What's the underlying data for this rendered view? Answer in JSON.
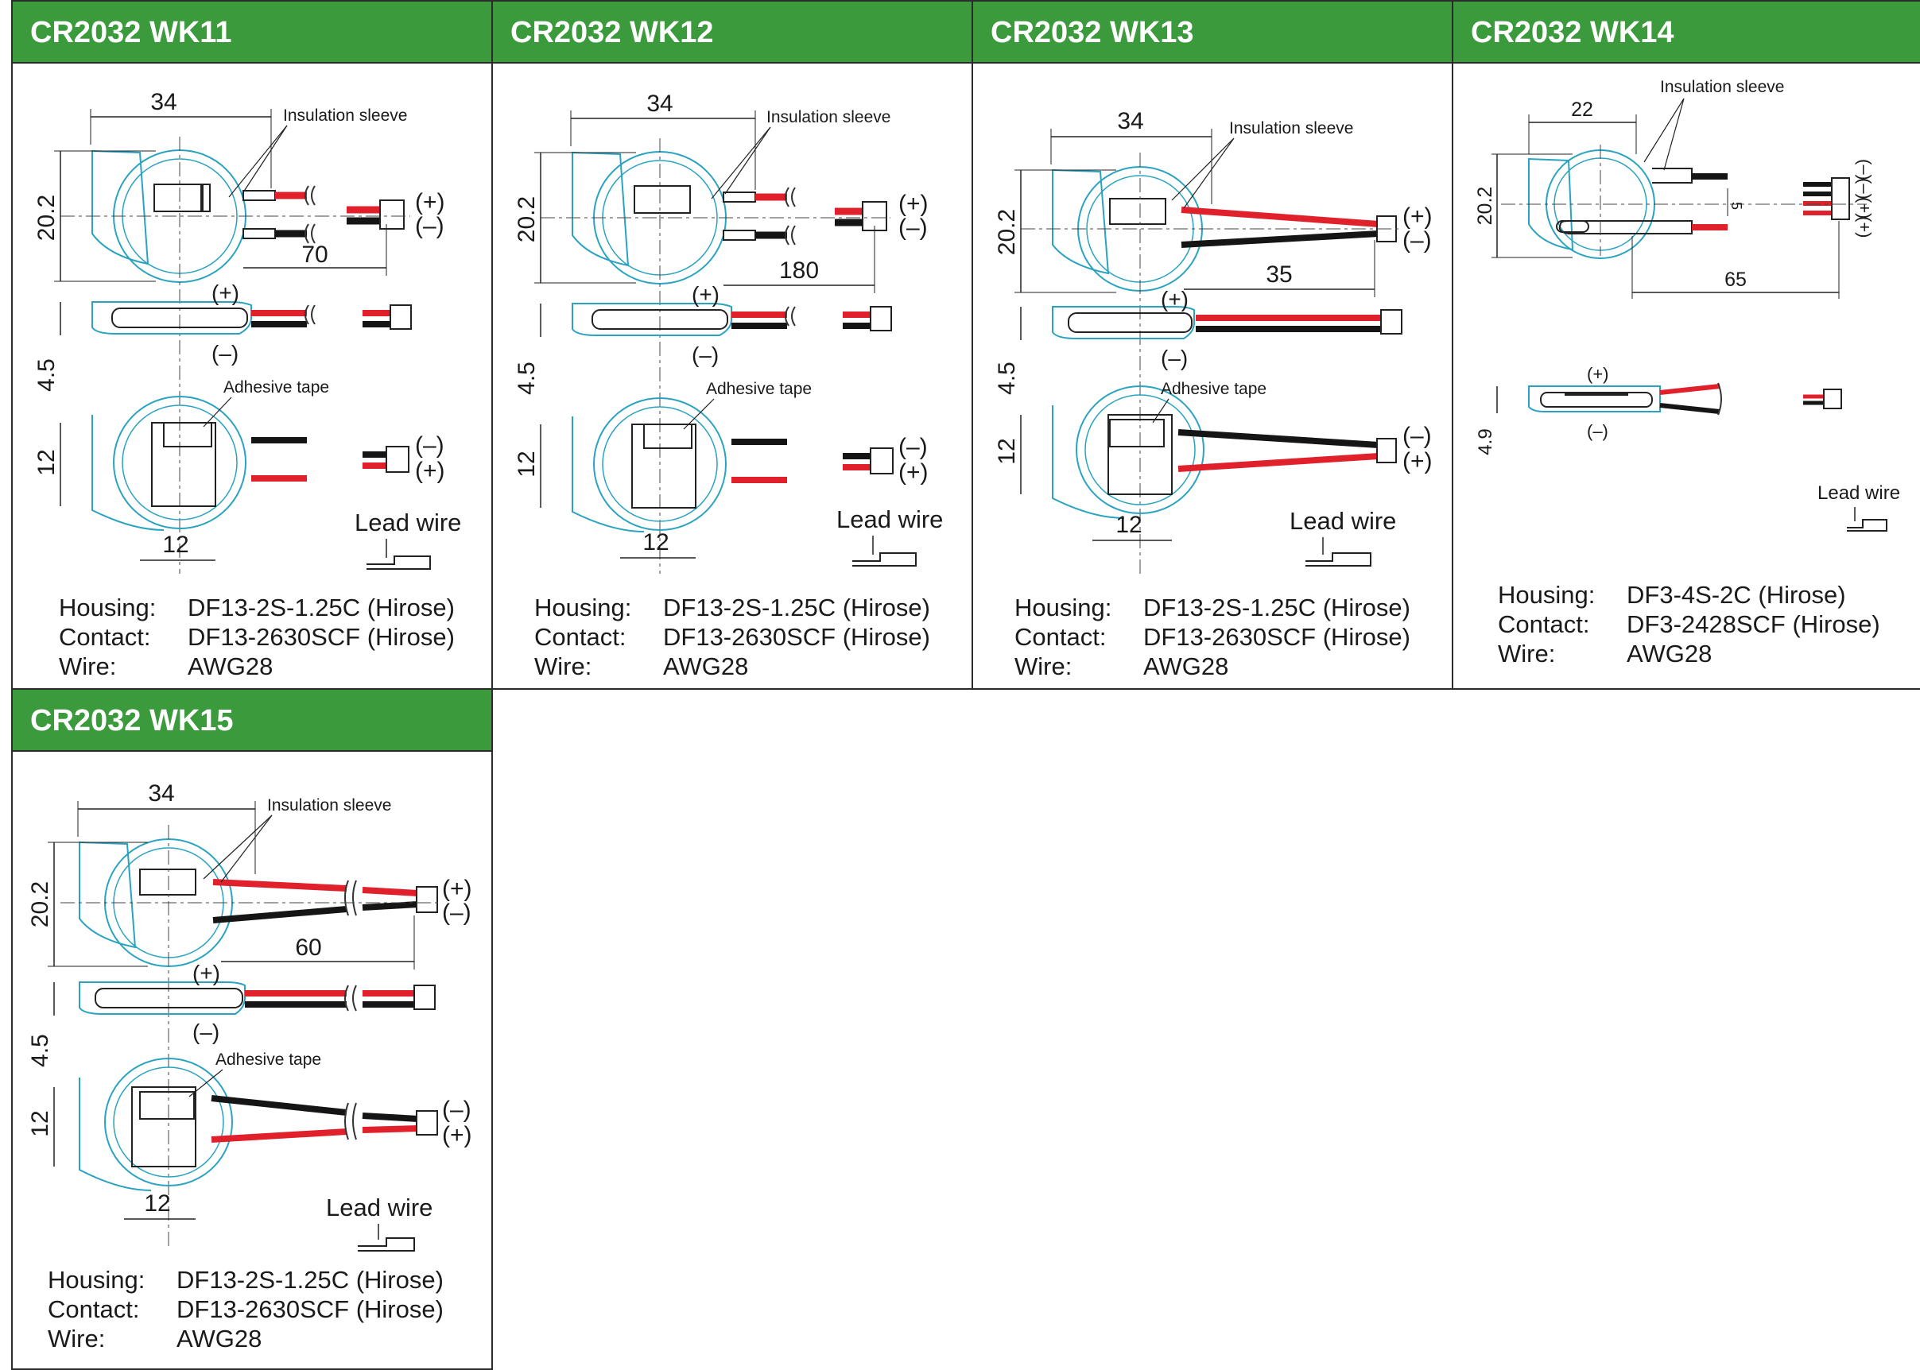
{
  "colors": {
    "header_green": "#3a9a3c",
    "wire_red": "#e0202a",
    "wire_black": "#151515",
    "body_outline": "#2aa3c0"
  },
  "labels": {
    "insulation_sleeve": "Insulation sleeve",
    "adhesive_tape": "Adhesive tape",
    "lead_wire": "Lead wire",
    "plus": "(+)",
    "minus": "(–)"
  },
  "panels": [
    {
      "title": "CR2032 WK11",
      "dims": {
        "width": "34",
        "height": "20.2",
        "lead": "70",
        "thickness": "4.5",
        "tape_h": "12",
        "tape_w": "12"
      },
      "specs": [
        {
          "key": "Housing:",
          "value": "DF13-2S-1.25C (Hirose)"
        },
        {
          "key": "Contact:",
          "value": "DF13-2630SCF (Hirose)"
        },
        {
          "key": "Wire:",
          "value": "AWG28"
        }
      ]
    },
    {
      "title": "CR2032 WK12",
      "dims": {
        "width": "34",
        "height": "20.2",
        "lead": "180",
        "thickness": "4.5",
        "tape_h": "12",
        "tape_w": "12"
      },
      "specs": [
        {
          "key": "Housing:",
          "value": "DF13-2S-1.25C (Hirose)"
        },
        {
          "key": "Contact:",
          "value": "DF13-2630SCF (Hirose)"
        },
        {
          "key": "Wire:",
          "value": "AWG28"
        }
      ]
    },
    {
      "title": "CR2032 WK13",
      "dims": {
        "width": "34",
        "height": "20.2",
        "lead": "35",
        "thickness": "4.5",
        "tape_h": "12",
        "tape_w": "12"
      },
      "specs": [
        {
          "key": "Housing:",
          "value": "DF13-2S-1.25C (Hirose)"
        },
        {
          "key": "Contact:",
          "value": "DF13-2630SCF (Hirose)"
        },
        {
          "key": "Wire:",
          "value": "AWG28"
        }
      ]
    },
    {
      "title": "CR2032 WK14",
      "dims": {
        "width": "22",
        "height": "20.2",
        "lead": "65",
        "thickness": "4.9",
        "pitch": "5"
      },
      "specs": [
        {
          "key": "Housing:",
          "value": "DF3-4S-2C (Hirose)"
        },
        {
          "key": "Contact:",
          "value": "DF3-2428SCF (Hirose)"
        },
        {
          "key": "Wire:",
          "value": "AWG28"
        }
      ]
    },
    {
      "title": "CR2032 WK15",
      "dims": {
        "width": "34",
        "height": "20.2",
        "lead": "60",
        "thickness": "4.5",
        "tape_h": "12",
        "tape_w": "12"
      },
      "specs": [
        {
          "key": "Housing:",
          "value": "DF13-2S-1.25C (Hirose)"
        },
        {
          "key": "Contact:",
          "value": "DF13-2630SCF (Hirose)"
        },
        {
          "key": "Wire:",
          "value": "AWG28"
        }
      ]
    }
  ]
}
